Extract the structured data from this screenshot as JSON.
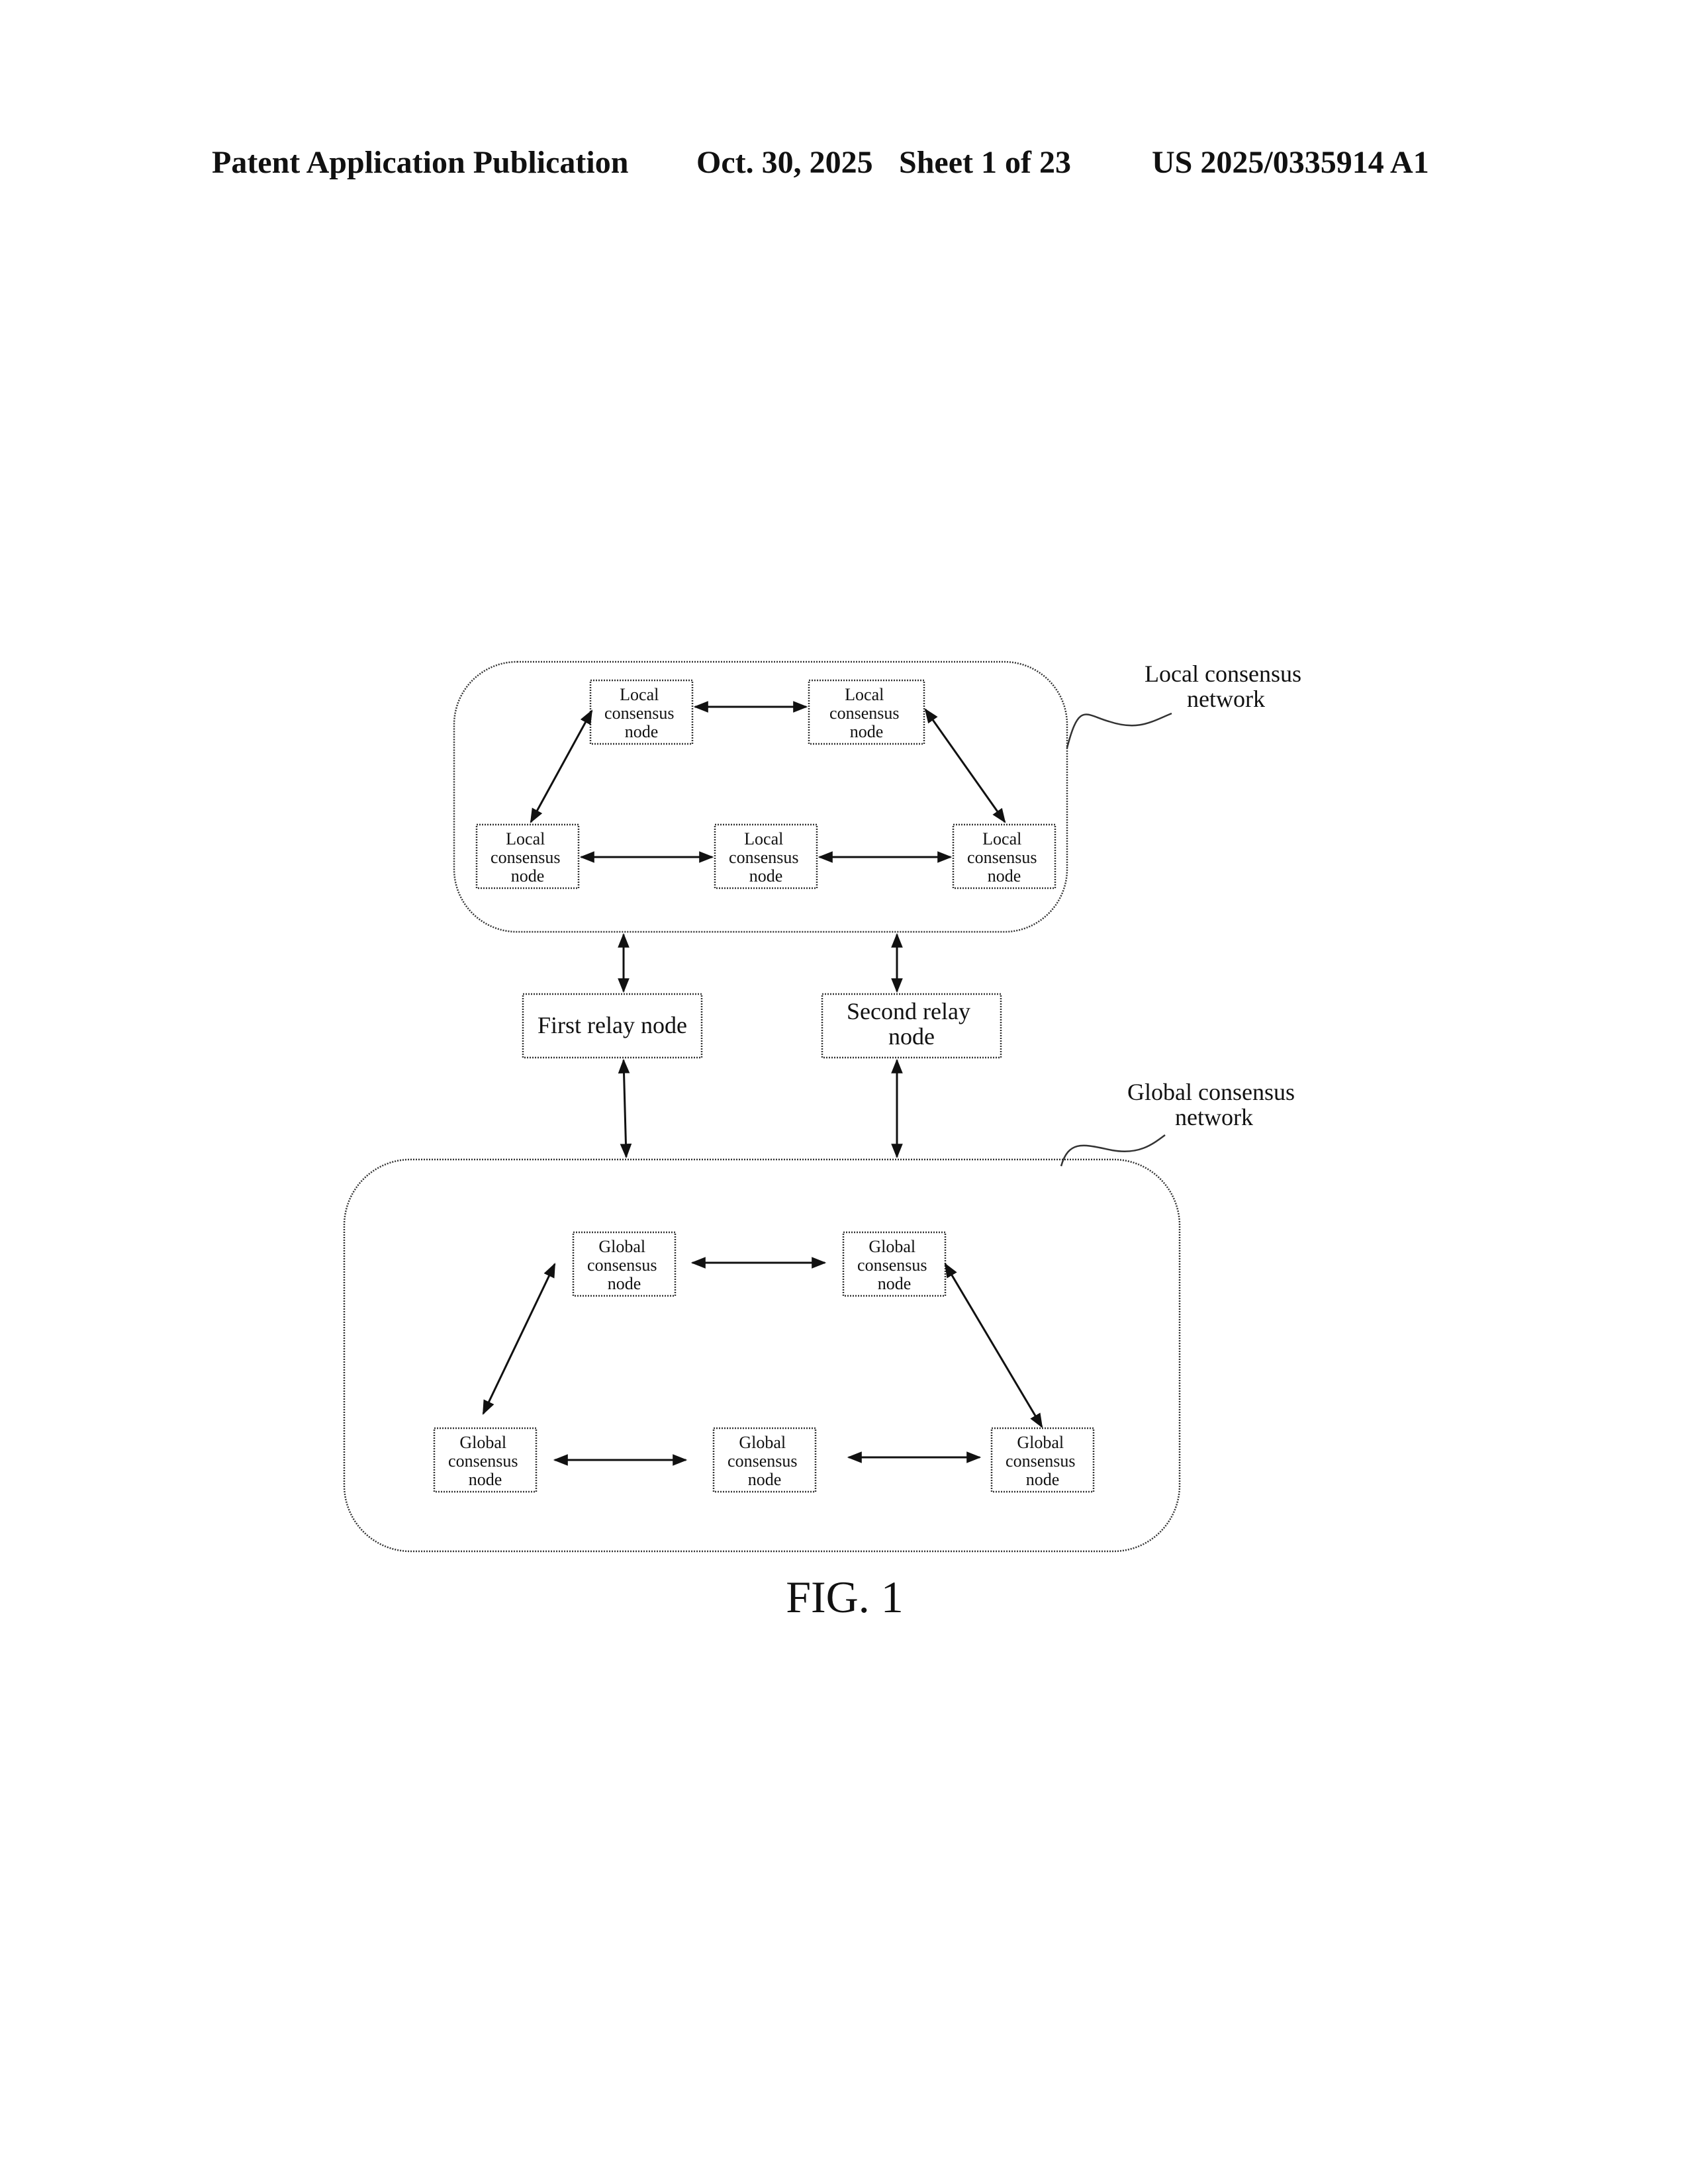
{
  "header": {
    "publication": "Patent Application Publication",
    "date": "Oct. 30, 2025",
    "sheet": "Sheet 1 of 23",
    "number": "US 2025/0335914 A1"
  },
  "figure": {
    "caption": "FIG. 1",
    "local_network_label": [
      "Local consensus",
      "network"
    ],
    "global_network_label": [
      "Global consensus",
      "network"
    ],
    "local_node_label": [
      "Local",
      "consensus",
      "node"
    ],
    "global_node_label": [
      "Global",
      "consensus",
      "node"
    ],
    "first_relay_label": [
      "First relay node"
    ],
    "second_relay_label": [
      "Second relay",
      "node"
    ]
  }
}
